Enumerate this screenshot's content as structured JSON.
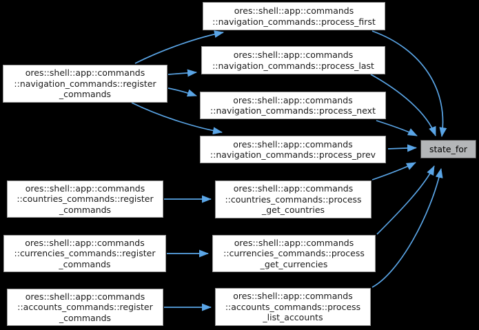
{
  "diagram": {
    "kind": "doxygen-call-graph",
    "background_color": "#000000",
    "edge_color": "#5aa5e6",
    "node_fill": "#ffffff",
    "node_border": "#9a9a9a",
    "focus_node_fill": "#b4b6b8",
    "focus_node_border": "#474747",
    "text_color": "#1a1a1a"
  },
  "nodes": {
    "process_first": {
      "lines": [
        "ores::shell::app::commands",
        "::navigation_commands::process_first"
      ]
    },
    "process_last": {
      "lines": [
        "ores::shell::app::commands",
        "::navigation_commands::process_last"
      ]
    },
    "process_next": {
      "lines": [
        "ores::shell::app::commands",
        "::navigation_commands::process_next"
      ]
    },
    "process_prev": {
      "lines": [
        "ores::shell::app::commands",
        "::navigation_commands::process_prev"
      ]
    },
    "navigation_register": {
      "lines": [
        "ores::shell::app::commands",
        "::navigation_commands::register",
        "_commands"
      ]
    },
    "countries_register": {
      "lines": [
        "ores::shell::app::commands",
        "::countries_commands::register",
        "_commands"
      ]
    },
    "countries_process": {
      "lines": [
        "ores::shell::app::commands",
        "::countries_commands::process",
        "_get_countries"
      ]
    },
    "currencies_register": {
      "lines": [
        "ores::shell::app::commands",
        "::currencies_commands::register",
        "_commands"
      ]
    },
    "currencies_process": {
      "lines": [
        "ores::shell::app::commands",
        "::currencies_commands::process",
        "_get_currencies"
      ]
    },
    "accounts_register": {
      "lines": [
        "ores::shell::app::commands",
        "::accounts_commands::register",
        "_commands"
      ]
    },
    "accounts_process": {
      "lines": [
        "ores::shell::app::commands",
        "::accounts_commands::process",
        "_list_accounts"
      ]
    },
    "state_for": {
      "lines": [
        "state_for"
      ]
    }
  },
  "edges": [
    {
      "from": "navigation_register",
      "to": "process_first"
    },
    {
      "from": "navigation_register",
      "to": "process_last"
    },
    {
      "from": "navigation_register",
      "to": "process_next"
    },
    {
      "from": "navigation_register",
      "to": "process_prev"
    },
    {
      "from": "countries_register",
      "to": "countries_process"
    },
    {
      "from": "currencies_register",
      "to": "currencies_process"
    },
    {
      "from": "accounts_register",
      "to": "accounts_process"
    },
    {
      "from": "process_first",
      "to": "state_for"
    },
    {
      "from": "process_last",
      "to": "state_for"
    },
    {
      "from": "process_next",
      "to": "state_for"
    },
    {
      "from": "process_prev",
      "to": "state_for"
    },
    {
      "from": "countries_process",
      "to": "state_for"
    },
    {
      "from": "currencies_process",
      "to": "state_for"
    },
    {
      "from": "accounts_process",
      "to": "state_for"
    }
  ]
}
